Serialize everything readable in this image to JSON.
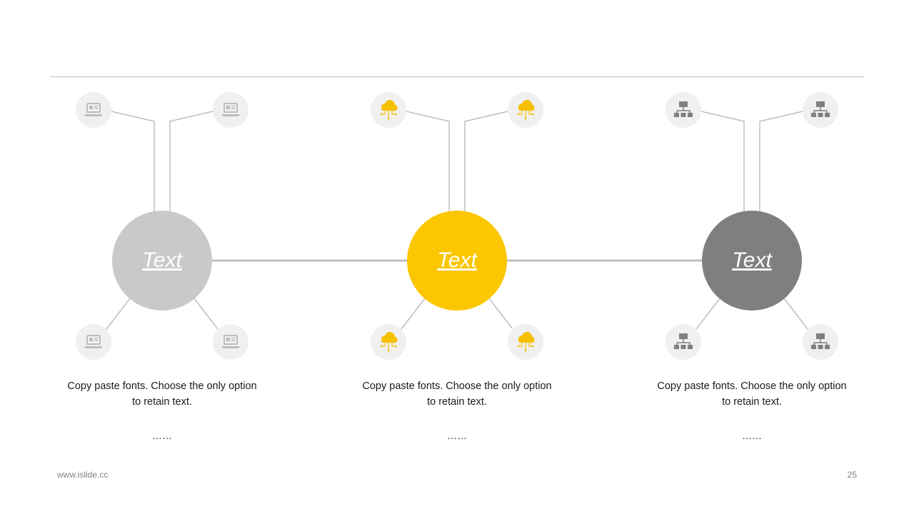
{
  "diagram": {
    "groups": [
      {
        "label": "Text",
        "description": "Copy paste fonts. Choose the only option to retain text.",
        "ellipsis": "……",
        "hub_color": "#c9c9c9",
        "icon_color": "#bdbdbd",
        "icon": "laptop-icon"
      },
      {
        "label": "Text",
        "description": "Copy paste fonts. Choose the only option to retain text.",
        "ellipsis": "……",
        "hub_color": "#fcc600",
        "icon_color": "#f5c000",
        "icon": "cloud-network-icon"
      },
      {
        "label": "Text",
        "description": "Copy paste fonts. Choose the only option to retain text.",
        "ellipsis": "……",
        "hub_color": "#7f7f7f",
        "icon_color": "#7f7f7f",
        "icon": "org-chart-icon"
      }
    ],
    "line_color": "#bfbfbf",
    "icon_bg_color": "#f0f0f0"
  },
  "footer": {
    "url": "www.islide.cc",
    "page": "25"
  }
}
